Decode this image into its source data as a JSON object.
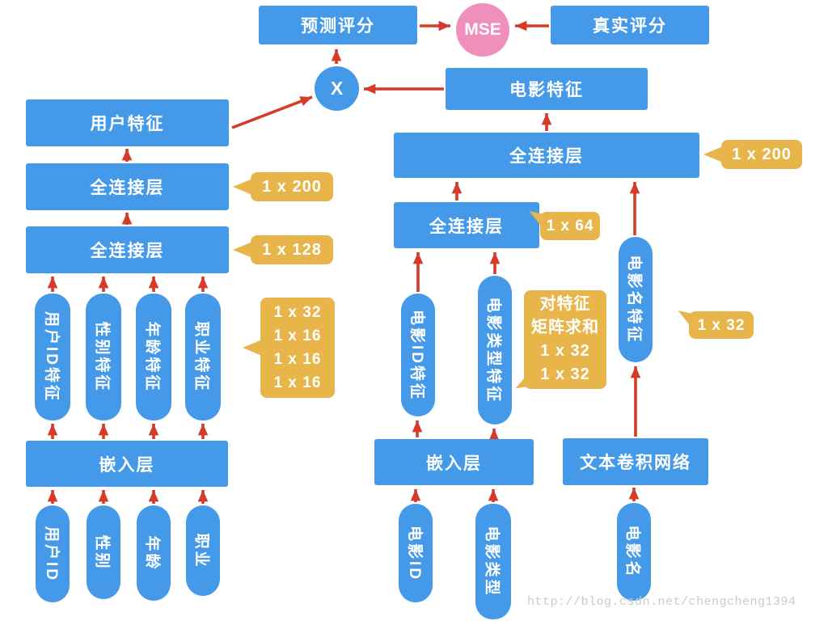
{
  "diagram": {
    "description": "推荐系统神经网络结构图",
    "watermark": "http://blog.csdn.net/chengcheng1394"
  },
  "colors": {
    "node_blue": "#4499e9",
    "mse_pink": "#f08ebc",
    "tag_yellow": "#e8b54b",
    "arrow_red": "#d43b2b",
    "watermark_gray": "#cbcbcb"
  },
  "nodes": {
    "predicted_rating": "预测评分",
    "mse": "MSE",
    "true_rating": "真实评分",
    "multiply": "X",
    "movie_features": "电影特征",
    "user_features": "用户特征",
    "user_fc1": "全连接层",
    "user_fc2": "全连接层",
    "user_id_feature": "用户ID特征",
    "gender_feature": "性别特征",
    "age_feature": "年龄特征",
    "occupation_feature": "职业特征",
    "user_embedding": "嵌入层",
    "user_id": "用户ID",
    "gender": "性别",
    "age": "年龄",
    "occupation": "职业",
    "movie_fc1": "全连接层",
    "movie_fc2": "全连接层",
    "movie_id_feature": "电影ID特征",
    "movie_genre_feature": "电影类型特征",
    "movie_title_feature": "电影名特征",
    "movie_embedding": "嵌入层",
    "text_cnn": "文本卷积网络",
    "movie_id": "电影ID",
    "movie_genre": "电影类型",
    "movie_title": "电影名"
  },
  "tags": {
    "user_fc1_dim": "1 x 200",
    "user_fc2_dim": "1 x 128",
    "user_feature_dims": [
      "1 x 32",
      "1 x 16",
      "1 x 16",
      "1 x 16"
    ],
    "movie_fc1_dim": "1 x 200",
    "movie_fc2_dim": "1 x 64",
    "movie_sum_note": [
      "对特征",
      "矩阵求和",
      "1 x 32",
      "1 x 32"
    ],
    "movie_title_dim": "1 x 32"
  }
}
